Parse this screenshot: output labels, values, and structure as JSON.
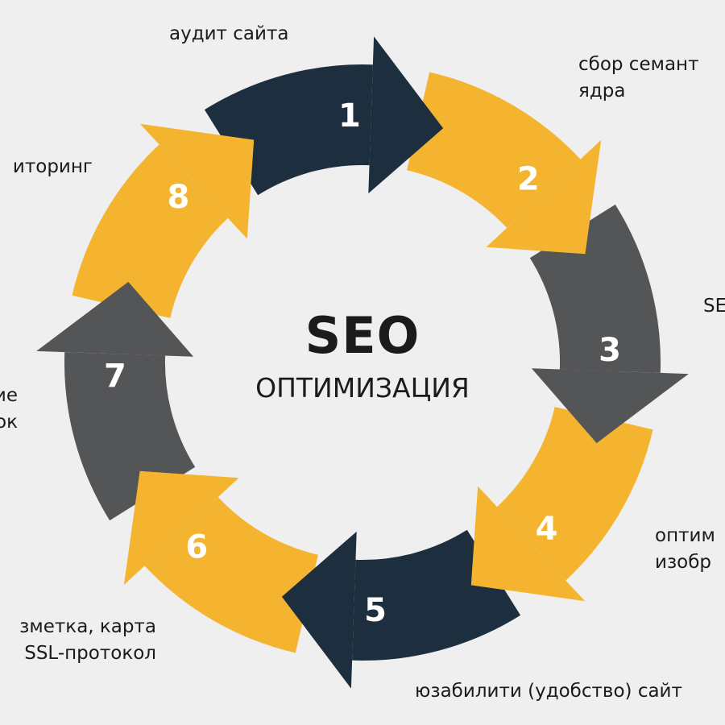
{
  "center": {
    "title": "SEO",
    "subtitle": "ОПТИМИЗАЦИЯ"
  },
  "colors": {
    "navy": "#1d2f3f",
    "yellow": "#f4b42f",
    "gray": "#545557",
    "background": "#efefef"
  },
  "steps": [
    {
      "number": "1",
      "color": "#1d2f3f",
      "label": [
        "аудит сайта"
      ]
    },
    {
      "number": "2",
      "color": "#f4b42f",
      "label": [
        "сбор семант",
        "ядра"
      ]
    },
    {
      "number": "3",
      "color": "#545557",
      "label": [
        "SE"
      ]
    },
    {
      "number": "4",
      "color": "#f4b42f",
      "label": [
        "оптим",
        "изобр"
      ]
    },
    {
      "number": "5",
      "color": "#1d2f3f",
      "label": [
        "юзабилити (удобство) сайт"
      ]
    },
    {
      "number": "6",
      "color": "#f4b42f",
      "label": [
        "зметка, карта",
        "SSL-протокол"
      ]
    },
    {
      "number": "7",
      "color": "#545557",
      "label": [
        "ие",
        "ок"
      ]
    },
    {
      "number": "8",
      "color": "#f4b42f",
      "label": [
        "иторинг"
      ]
    }
  ]
}
